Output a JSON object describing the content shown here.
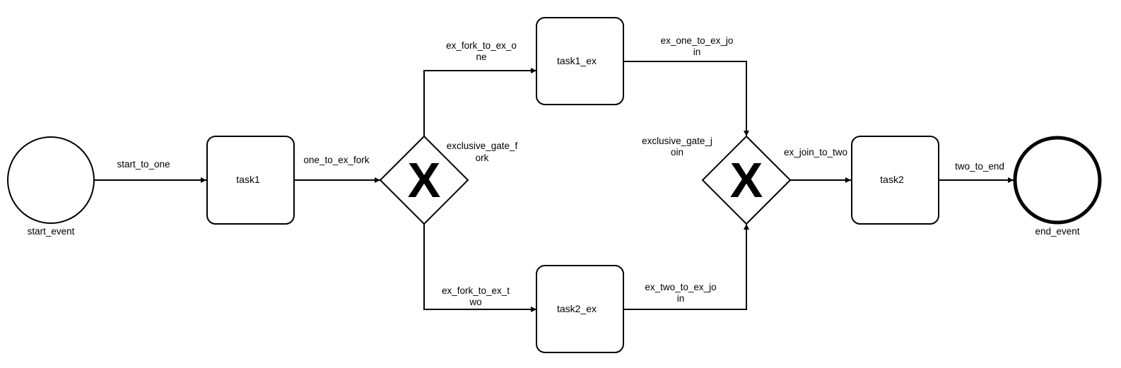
{
  "nodes": {
    "start_event": {
      "label": "start_event"
    },
    "task1": {
      "label": "task1"
    },
    "exclusive_gate_fork": {
      "label_line1": "exclusive_gate_f",
      "label_line2": "ork",
      "marker": "X"
    },
    "task1_ex": {
      "label": "task1_ex"
    },
    "task2_ex": {
      "label": "task2_ex"
    },
    "exclusive_gate_join": {
      "label_line1": "exclusive_gate_j",
      "label_line2": "oin",
      "marker": "X"
    },
    "task2": {
      "label": "task2"
    },
    "end_event": {
      "label": "end_event"
    }
  },
  "flows": {
    "start_to_one": {
      "label": "start_to_one"
    },
    "one_to_ex_fork": {
      "label": "one_to_ex_fork"
    },
    "ex_fork_to_ex_one": {
      "label_line1": "ex_fork_to_ex_o",
      "label_line2": "ne"
    },
    "ex_fork_to_ex_two": {
      "label_line1": "ex_fork_to_ex_t",
      "label_line2": "wo"
    },
    "ex_one_to_ex_join": {
      "label_line1": "ex_one_to_ex_jo",
      "label_line2": "in"
    },
    "ex_two_to_ex_join": {
      "label_line1": "ex_two_to_ex_jo",
      "label_line2": "in"
    },
    "ex_join_to_two": {
      "label": "ex_join_to_two"
    },
    "two_to_end": {
      "label": "two_to_end"
    }
  },
  "colors": {
    "stroke": "#000000",
    "fill": "#ffffff"
  }
}
